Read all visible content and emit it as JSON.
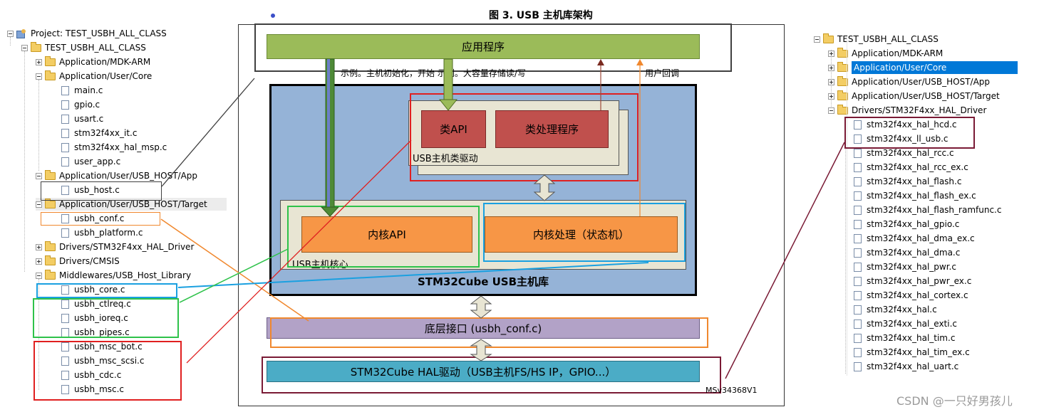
{
  "diagram": {
    "title": "图 3. USB 主机库架构",
    "app_label": "应用程序",
    "app_annotation": "示例。主机初始化，开始   示例。大容量存储读/写",
    "callback_label": "用户回调",
    "class_api": "类API",
    "class_handler": "类处理程序",
    "class_driver": "USB主机类驱动",
    "core_api": "内核API",
    "core_process": "内核处理（状态机）",
    "core_label": "USB主机核心",
    "library_label": "STM32Cube USB主机库",
    "low_layer": "底层接口 (usbh_conf.c)",
    "hal_driver": "STM32Cube HAL驱动（USB主机FS/HS IP，GPIO...）",
    "ref_code": "MSv34368V1"
  },
  "left_tree": {
    "project": "Project: TEST_USBH_ALL_CLASS",
    "root": "TEST_USBH_ALL_CLASS",
    "items": [
      "Application/MDK-ARM",
      "Application/User/Core",
      "main.c",
      "gpio.c",
      "usart.c",
      "stm32f4xx_it.c",
      "stm32f4xx_hal_msp.c",
      "user_app.c",
      "Application/User/USB_HOST/App",
      "usb_host.c",
      "Application/User/USB_HOST/Target",
      "usbh_conf.c",
      "usbh_platform.c",
      "Drivers/STM32F4xx_HAL_Driver",
      "Drivers/CMSIS",
      "Middlewares/USB_Host_Library",
      "usbh_core.c",
      "usbh_ctlreq.c",
      "usbh_ioreq.c",
      "usbh_pipes.c",
      "usbh_msc_bot.c",
      "usbh_msc_scsi.c",
      "usbh_cdc.c",
      "usbh_msc.c"
    ]
  },
  "right_tree": {
    "root": "TEST_USBH_ALL_CLASS",
    "items": [
      "Application/MDK-ARM",
      "Application/User/Core",
      "Application/User/USB_HOST/App",
      "Application/User/USB_HOST/Target",
      "Drivers/STM32F4xx_HAL_Driver",
      "stm32f4xx_hal_hcd.c",
      "stm32f4xx_ll_usb.c",
      "stm32f4xx_hal_rcc.c",
      "stm32f4xx_hal_rcc_ex.c",
      "stm32f4xx_hal_flash.c",
      "stm32f4xx_hal_flash_ex.c",
      "stm32f4xx_hal_flash_ramfunc.c",
      "stm32f4xx_hal_gpio.c",
      "stm32f4xx_hal_dma_ex.c",
      "stm32f4xx_hal_dma.c",
      "stm32f4xx_hal_pwr.c",
      "stm32f4xx_hal_pwr_ex.c",
      "stm32f4xx_hal_cortex.c",
      "stm32f4xx_hal.c",
      "stm32f4xx_hal_exti.c",
      "stm32f4xx_hal_tim.c",
      "stm32f4xx_hal_tim_ex.c",
      "stm32f4xx_hal_uart.c"
    ]
  },
  "watermark": "CSDN @一只好男孩儿",
  "colors": {
    "app_green": "#9bbb59",
    "lib_blue": "#95b3d7",
    "class_red": "#c0504d",
    "core_orange": "#f79646",
    "low_purple": "#b2a2c7",
    "hal_teal": "#4bacc6",
    "selection": "#0078d7"
  }
}
